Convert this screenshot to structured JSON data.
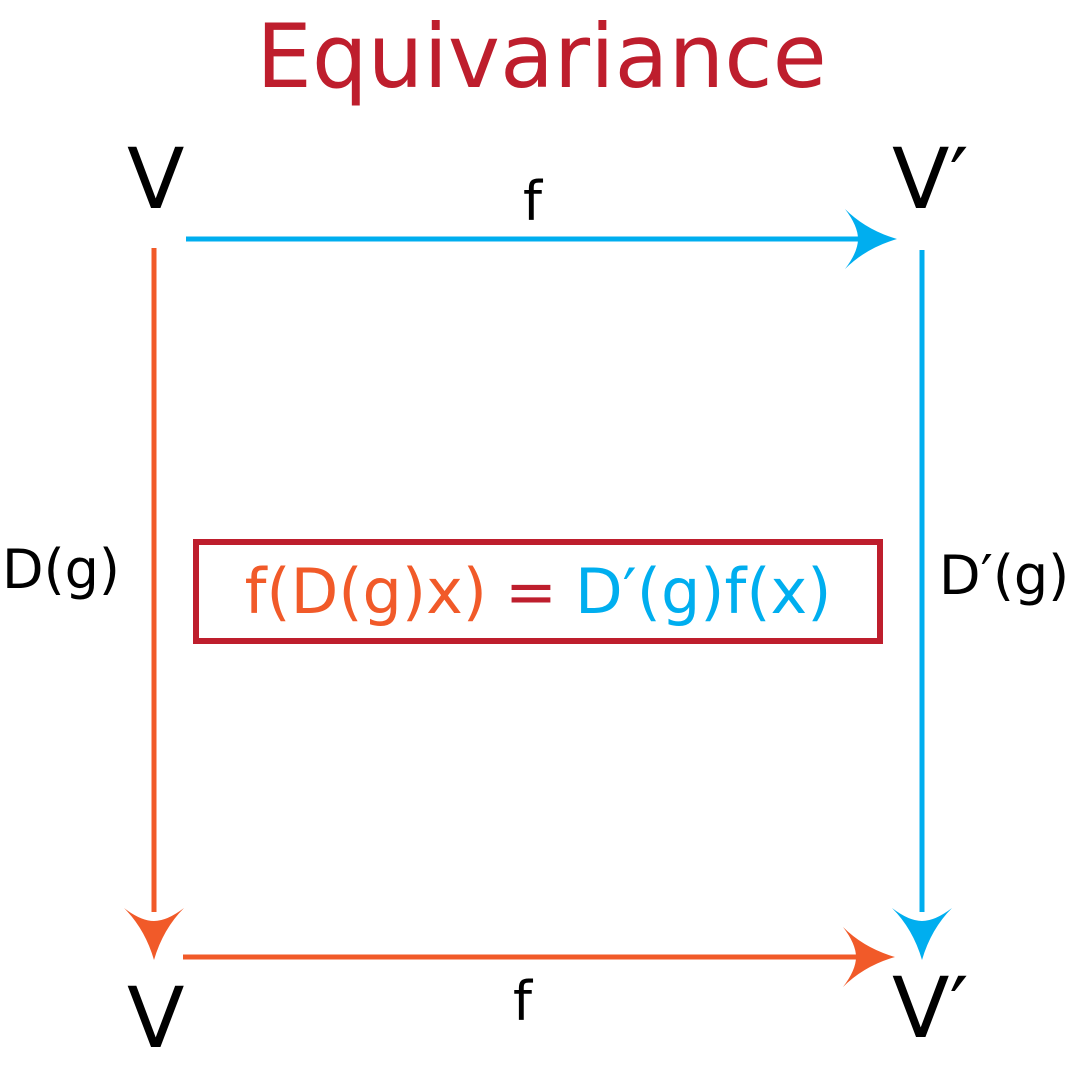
{
  "title": "Equivariance",
  "nodes": {
    "top_left": "V",
    "top_right": "V′",
    "bottom_left": "V",
    "bottom_right": "V′"
  },
  "arrows": {
    "top": {
      "label": "f",
      "color": "#00aeef"
    },
    "bottom": {
      "label": "f",
      "color": "#f15a29"
    },
    "left": {
      "label": "D(g)",
      "color": "#f15a29"
    },
    "right": {
      "label": "D′(g)",
      "color": "#00aeef"
    }
  },
  "equation": {
    "left": "f(D(g)x)",
    "equals": "=",
    "right": "D′(g)f(x)",
    "box_color": "#be1e2d"
  }
}
